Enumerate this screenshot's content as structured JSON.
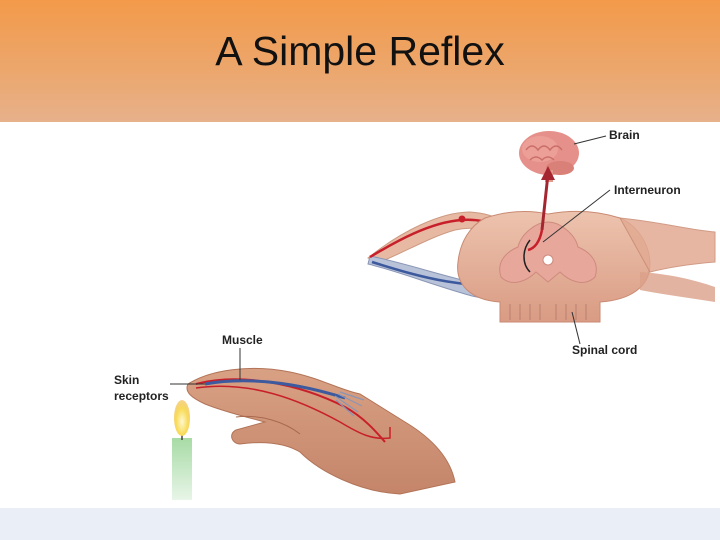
{
  "slide": {
    "title": "A Simple Reflex"
  },
  "labels": {
    "brain": "Brain",
    "interneuron": "Interneuron",
    "spinal_cord": "Spinal cord",
    "muscle": "Muscle",
    "skin_receptors_line1": "Skin",
    "skin_receptors_line2": "receptors"
  },
  "colors": {
    "title_band_top": "#f39a4a",
    "title_band_bottom": "#e7b18b",
    "sensory_neuron": "#c8202a",
    "motor_neuron": "#3d5a9e",
    "spinal_tissue": "#e9b39a",
    "brain": "#e5908a",
    "candle": "#9bd29a",
    "flame": "#f6d24a"
  }
}
